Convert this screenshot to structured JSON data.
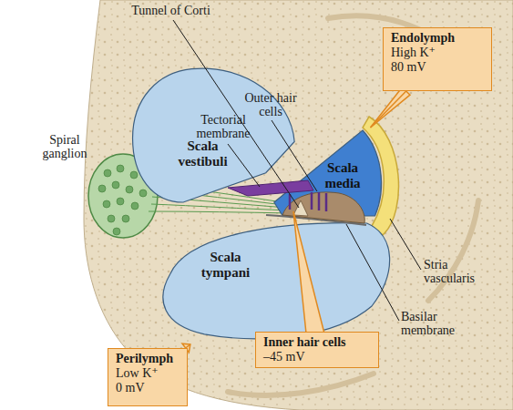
{
  "diagram": {
    "nodes": [
      {
        "text": [
          "Endolymph",
          "High K⁺",
          "80 mV"
        ]
      },
      {
        "text": [
          "Scala vestibuli"
        ]
      },
      {
        "text": [
          "Scala media"
        ]
      },
      {
        "text": [
          "Scala tympani"
        ]
      },
      {
        "text": [
          "Inner hair cells",
          "–45 mV"
        ]
      },
      {
        "text": [
          "Perilymph",
          "Low K⁺",
          "0 mV"
        ]
      }
    ],
    "edges": [
      {
        "from": 0,
        "to": 2,
        "arrow": "none"
      },
      {
        "from": 5,
        "to": 3,
        "arrow": "none"
      }
    ],
    "labels": [
      "Tunnel of Corti",
      "Outer hair cells",
      "Tectorial membrane",
      "Spiral ganglion",
      "Stria vascularis",
      "Basilar membrane"
    ]
  }
}
